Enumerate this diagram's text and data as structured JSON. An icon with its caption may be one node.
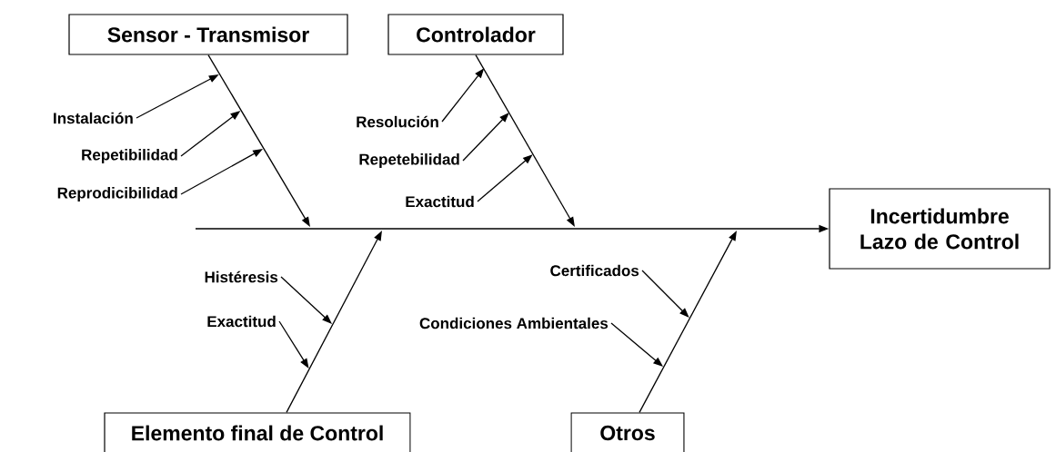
{
  "diagram": {
    "nodes": [
      {
        "text": [
          "Sensor - Transmisor"
        ]
      },
      {
        "text": [
          "Controlador"
        ]
      },
      {
        "text": [
          "Incertidumbre Lazo de Control"
        ]
      },
      {
        "text": [
          "Elemento final de Control"
        ]
      },
      {
        "text": [
          "Otros"
        ]
      },
      {
        "text": [
          "Instalación"
        ]
      },
      {
        "text": [
          "Repetibilidad"
        ]
      },
      {
        "text": [
          "Reprodicibilidad"
        ]
      },
      {
        "text": [
          "Resolución"
        ]
      },
      {
        "text": [
          "Repetebilidad"
        ]
      },
      {
        "text": [
          "Exactitud"
        ]
      },
      {
        "text": [
          "Histéresis"
        ]
      },
      {
        "text": [
          "Exactitud"
        ]
      },
      {
        "text": [
          "Certificados"
        ]
      },
      {
        "text": [
          "Condiciones Ambientales"
        ]
      }
    ],
    "edges": [
      {
        "from": null,
        "to": 2,
        "arrow": "to"
      },
      {
        "from": 0,
        "to": null,
        "arrow": "to"
      },
      {
        "from": 1,
        "to": null,
        "arrow": "to"
      },
      {
        "from": 3,
        "to": null,
        "arrow": "to"
      },
      {
        "from": 4,
        "to": null,
        "arrow": "to"
      },
      {
        "from": 5,
        "to": null,
        "arrow": "to"
      },
      {
        "from": 6,
        "to": null,
        "arrow": "to"
      },
      {
        "from": 7,
        "to": null,
        "arrow": "to"
      },
      {
        "from": 8,
        "to": null,
        "arrow": "to"
      },
      {
        "from": 9,
        "to": null,
        "arrow": "to"
      },
      {
        "from": 10,
        "to": null,
        "arrow": "to"
      },
      {
        "from": 11,
        "to": null,
        "arrow": "to"
      },
      {
        "from": 12,
        "to": null,
        "arrow": "to"
      },
      {
        "from": 13,
        "to": null,
        "arrow": "to"
      },
      {
        "from": 14,
        "to": null,
        "arrow": "to"
      }
    ]
  }
}
